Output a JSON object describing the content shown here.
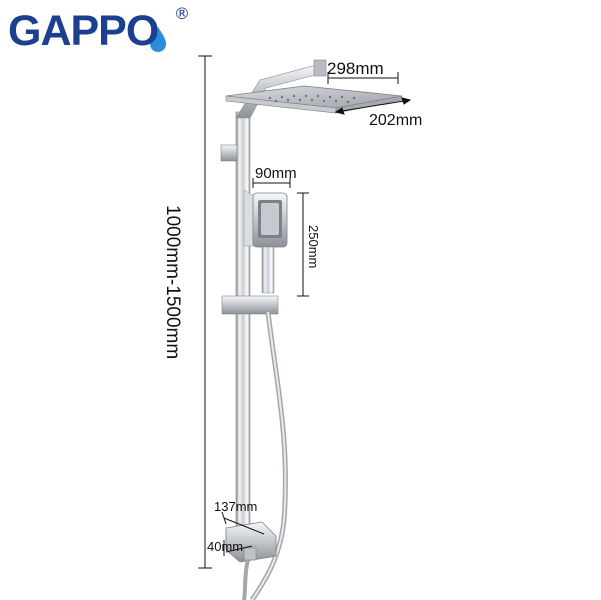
{
  "brand": {
    "name": "GAPPO",
    "registered_mark": "®",
    "primary_color": "#1d3f8f",
    "drop_color": "#2a8fd8"
  },
  "dimensions": {
    "head_width": "298mm",
    "head_depth": "202mm",
    "hand_width": "90mm",
    "hand_length": "250mm",
    "height_range": "1000mm-1500mm",
    "spout_length": "137mm",
    "spout_height": "40mm"
  }
}
